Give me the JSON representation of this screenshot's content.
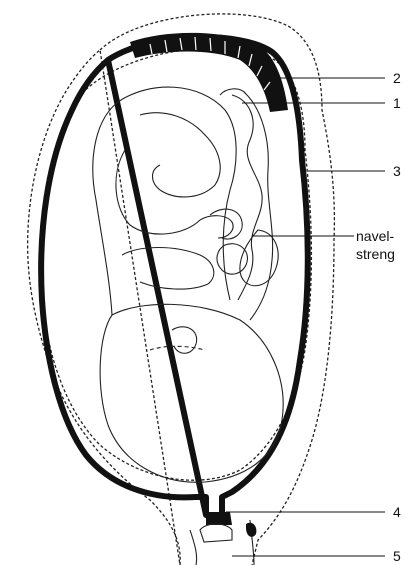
{
  "labels": {
    "l2": "2",
    "l1": "1",
    "l3": "3",
    "navel_line1": "navel-",
    "navel_line2": "streng",
    "l4": "4",
    "l5": "5"
  },
  "colors": {
    "ink": "#111111",
    "paper": "#ffffff"
  }
}
